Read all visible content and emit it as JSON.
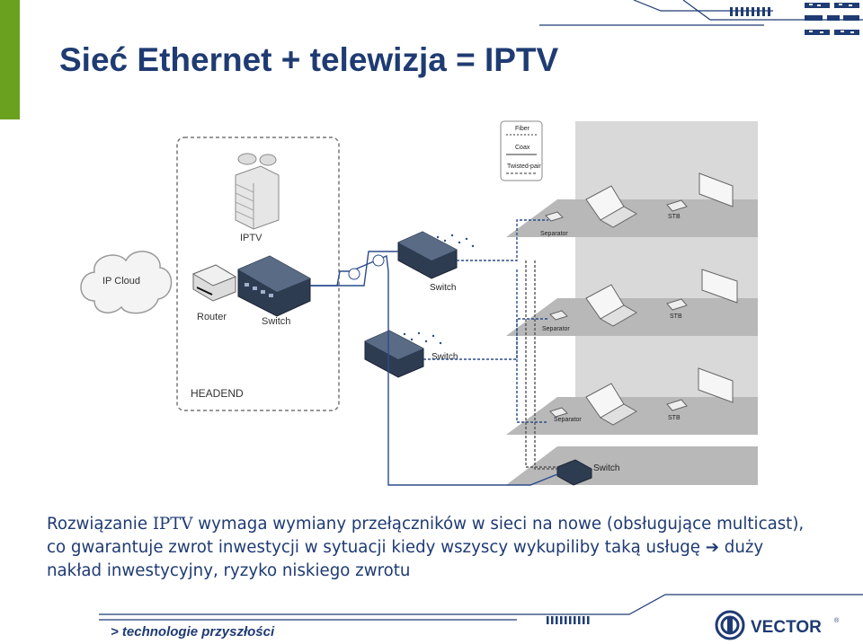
{
  "slide": {
    "title": "Sieć Ethernet + telewizja = IPTV",
    "body": {
      "part1": "Rozwiązanie ",
      "acronym": "IPTV",
      "part2": " wymaga wymiany przełączników w sieci na nowe (obsługujące multicast), co gwarantuje zwrot inwestycji w sytuacji kiedy wszyscy wykupiliby taką usługę ",
      "arrow": "➔",
      "part3": " duży nakład inwestycyjny, ryzyko niskiego zwrotu"
    },
    "footer_tag": "> technologie przyszłości",
    "logo_text": "VECTOR",
    "logo_mark": "®"
  },
  "diagram": {
    "headend_label": "HEADEND",
    "cloud_label": "IP Cloud",
    "server_label": "IPTV",
    "router_label": "Router",
    "main_switch_label": "Switch",
    "switch_labels": [
      "Switch",
      "Switch",
      "Switch"
    ],
    "legend": [
      "Fiber",
      "Coax",
      "Twisted-pair"
    ],
    "floors": [
      {
        "separator": "Separator",
        "stb": "STB"
      },
      {
        "separator": "Separator",
        "stb": "STB"
      },
      {
        "separator": "Separator",
        "stb": "STB"
      }
    ]
  },
  "colors": {
    "title": "#1f3b73",
    "accent_green": "#6aa11f",
    "deco_navy": "#1f3b73"
  }
}
